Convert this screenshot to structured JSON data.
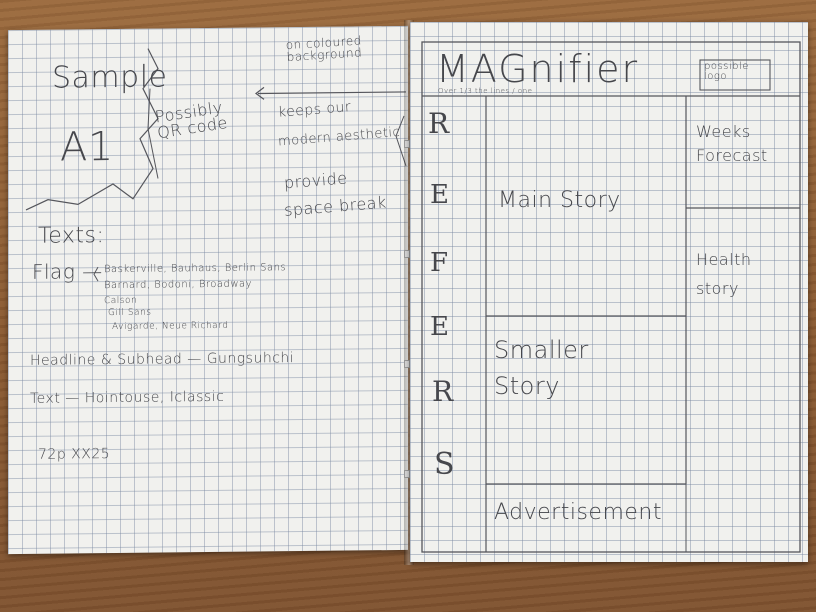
{
  "left_page": {
    "sample_label": "Sample",
    "size_label": "A1",
    "qr_note": "Possibly\nQR code",
    "arrow_note_top": "on coloured\nbackground",
    "side_notes": [
      "keeps our",
      "modern aesthetic",
      "provide",
      "space break"
    ],
    "texts_heading": "Texts:",
    "flag_label": "Flag —",
    "flag_fonts": [
      "Baskerville, Bauhaus, Berlin Sans",
      "Barnard, Bodoni, Broadway",
      "Calson",
      "Gill Sans",
      "Avigarde, Neue Richard"
    ],
    "headline_line": "Headline & Subhead — Gungsuhchi",
    "text_line": "Text — Hointouse, Iclassic",
    "paper_line": "72p XX25"
  },
  "right_page": {
    "masthead": "MAGnifier",
    "tagline": "Over 1/3 the lines / one",
    "logo_box": "possible\nlogo",
    "spine_letters": [
      "R",
      "E",
      "F",
      "E",
      "R",
      "S"
    ],
    "main_story": "Main Story",
    "smaller_story": "Smaller\nStory",
    "advertisement": "Advertisement",
    "weeks_forecast": "Weeks\nForecast",
    "health_story": "Health\nstory"
  }
}
